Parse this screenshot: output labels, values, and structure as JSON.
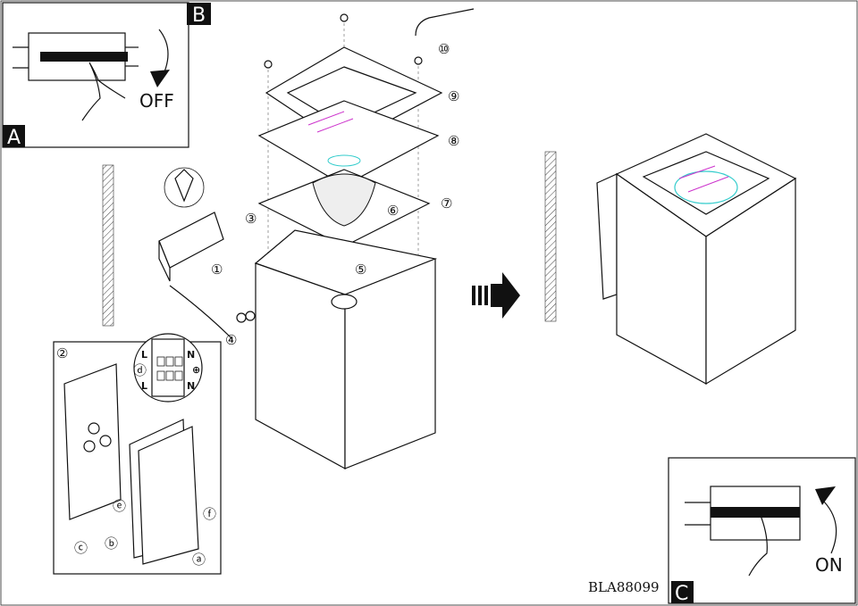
{
  "panels": {
    "a": {
      "letter": "A",
      "action": "OFF"
    },
    "b": {
      "letter": "B"
    },
    "c": {
      "letter": "C",
      "action": "ON"
    }
  },
  "step_labels": [
    "①",
    "②",
    "③",
    "④",
    "⑤",
    "⑥",
    "⑦",
    "⑧",
    "⑨",
    "⑩"
  ],
  "sub_labels": {
    "a": "ⓐ",
    "b": "ⓑ",
    "c": "ⓒ",
    "d": "ⓓ",
    "e": "ⓔ",
    "f": "ⓕ"
  },
  "terminal_labels": {
    "live": "L",
    "neutral": "N",
    "earth": "⊕"
  },
  "product_code": "BLA88099",
  "colors": {
    "line": "#111111",
    "accent_magenta": "#cc33cc",
    "accent_cyan": "#33cccc"
  }
}
